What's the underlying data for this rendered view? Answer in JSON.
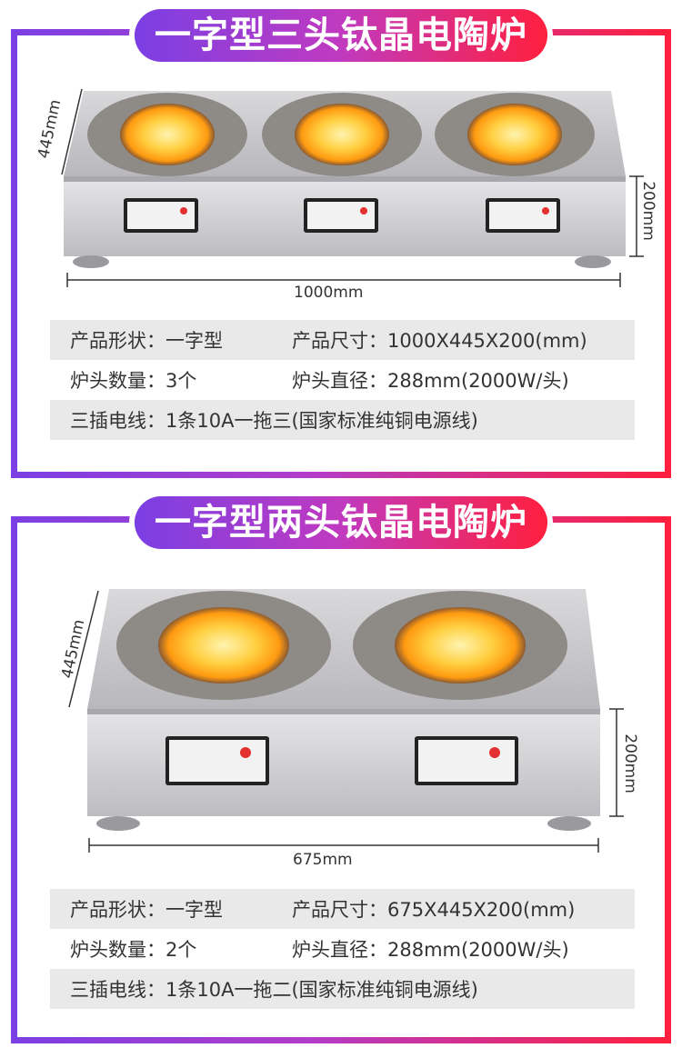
{
  "panels": [
    {
      "title": "一字型三头钛晶电陶炉",
      "dims": {
        "depth": "445mm",
        "height": "200mm",
        "width": "1000mm"
      },
      "specs": [
        [
          "产品形状：一字型",
          "产品尺寸：1000X445X200(mm)"
        ],
        [
          "炉头数量：3个",
          "炉头直径：288mm(2000W/头)"
        ],
        [
          "三插电线：1条10A一拖三(国家标准纯铜电源线)"
        ]
      ]
    },
    {
      "title": "一字型两头钛晶电陶炉",
      "dims": {
        "depth": "445mm",
        "height": "200mm",
        "width": "675mm"
      },
      "specs": [
        [
          "产品形状：一字型",
          "产品尺寸：675X445X200(mm)"
        ],
        [
          "炉头数量：2个",
          "炉头直径：288mm(2000W/头)"
        ],
        [
          "三插电线：1条10A一拖二(国家标准纯铜电源线)"
        ]
      ]
    }
  ],
  "colors": {
    "gradient_start": "#7b3fe4",
    "gradient_end": "#ff1f3d",
    "steel": "#c8c8cc",
    "burner_glow": "#ffb020"
  }
}
